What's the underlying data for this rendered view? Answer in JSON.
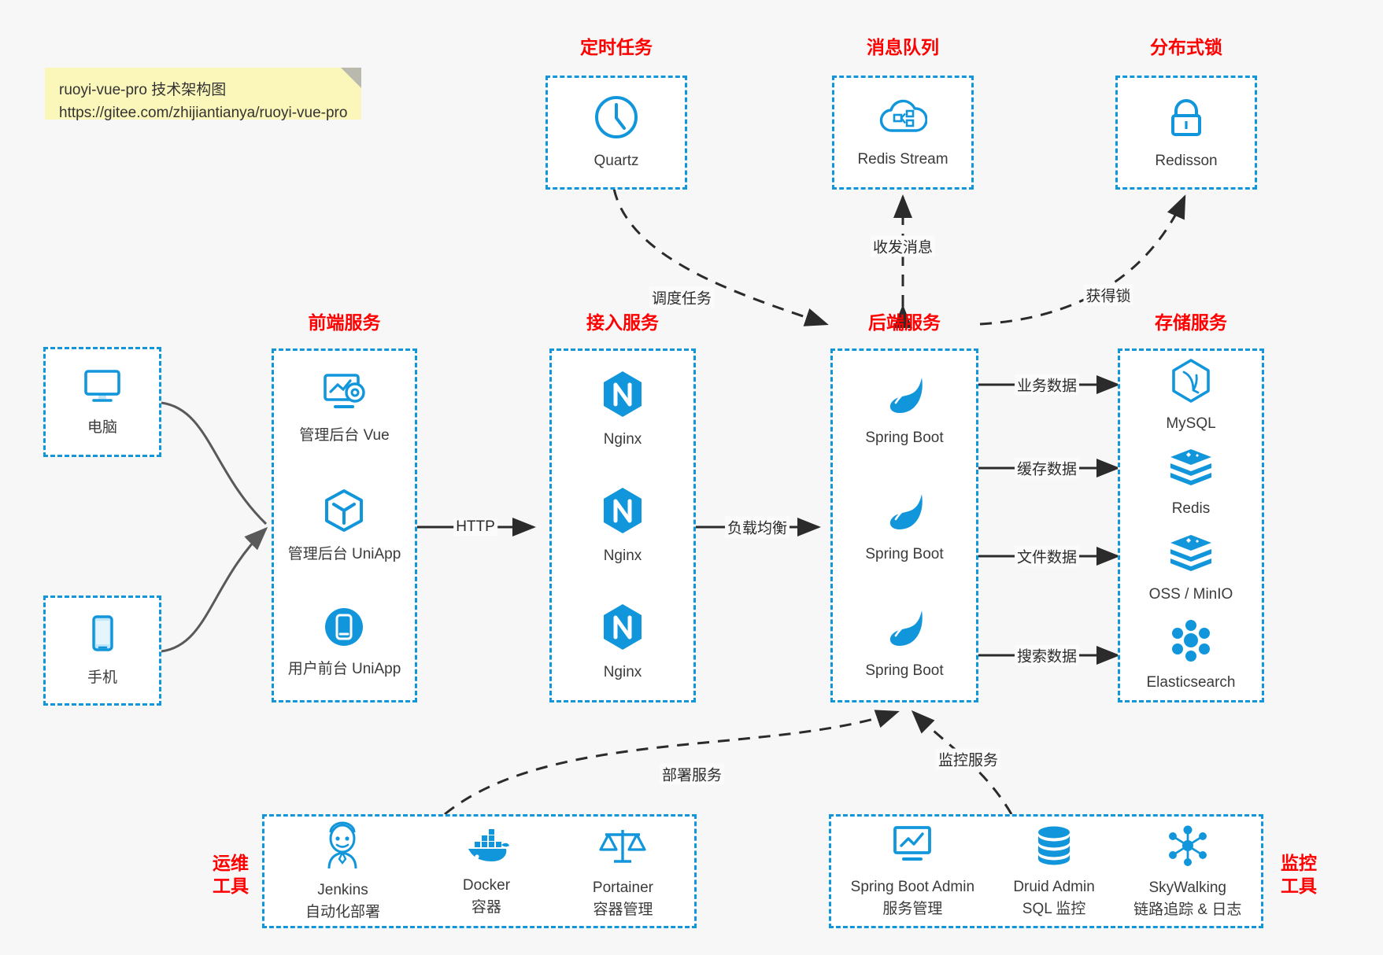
{
  "note": {
    "line1": "ruoyi-vue-pro 技术架构图",
    "line2": "https://gitee.com/zhijiantianya/ruoyi-vue-pro"
  },
  "groups": {
    "scheduled_task": {
      "title": "定时任务",
      "nodes": [
        {
          "label": "Quartz",
          "icon": "clock-icon"
        }
      ]
    },
    "message_queue": {
      "title": "消息队列",
      "nodes": [
        {
          "label": "Redis Stream",
          "icon": "cloud-stream-icon"
        }
      ]
    },
    "distributed_lock": {
      "title": "分布式锁",
      "nodes": [
        {
          "label": "Redisson",
          "icon": "lock-icon"
        }
      ]
    },
    "clients": [
      {
        "label": "电脑",
        "icon": "desktop-icon"
      },
      {
        "label": "手机",
        "icon": "mobile-icon"
      }
    ],
    "frontend": {
      "title": "前端服务",
      "nodes": [
        {
          "label": "管理后台 Vue",
          "icon": "dashboard-icon"
        },
        {
          "label": "管理后台 UniApp",
          "icon": "cube-icon"
        },
        {
          "label": "用户前台 UniApp",
          "icon": "phone-app-icon"
        }
      ]
    },
    "gateway": {
      "title": "接入服务",
      "nodes": [
        {
          "label": "Nginx",
          "icon": "nginx-icon"
        },
        {
          "label": "Nginx",
          "icon": "nginx-icon"
        },
        {
          "label": "Nginx",
          "icon": "nginx-icon"
        }
      ]
    },
    "backend": {
      "title": "后端服务",
      "nodes": [
        {
          "label": "Spring Boot",
          "icon": "spring-icon"
        },
        {
          "label": "Spring Boot",
          "icon": "spring-icon"
        },
        {
          "label": "Spring Boot",
          "icon": "spring-icon"
        }
      ]
    },
    "storage": {
      "title": "存储服务",
      "nodes": [
        {
          "label": "MySQL",
          "icon": "mysql-icon"
        },
        {
          "label": "Redis",
          "icon": "redis-icon"
        },
        {
          "label": "OSS / MinIO",
          "icon": "oss-icon"
        },
        {
          "label": "Elasticsearch",
          "icon": "elasticsearch-icon"
        }
      ]
    },
    "devops": {
      "title_line1": "运维",
      "title_line2": "工具",
      "nodes": [
        {
          "label": "Jenkins",
          "sub": "自动化部署",
          "icon": "jenkins-icon"
        },
        {
          "label": "Docker",
          "sub": "容器",
          "icon": "docker-icon"
        },
        {
          "label": "Portainer",
          "sub": "容器管理",
          "icon": "scales-icon"
        }
      ]
    },
    "monitoring": {
      "title_line1": "监控",
      "title_line2": "工具",
      "nodes": [
        {
          "label": "Spring Boot Admin",
          "sub": "服务管理",
          "icon": "monitor-chart-icon"
        },
        {
          "label": "Druid Admin",
          "sub": "SQL 监控",
          "icon": "database-icon"
        },
        {
          "label": "SkyWalking",
          "sub": "链路追踪 & 日志",
          "icon": "network-nodes-icon"
        }
      ]
    }
  },
  "edges": [
    {
      "id": "http",
      "label": "HTTP"
    },
    {
      "id": "load-balance",
      "label": "负载均衡"
    },
    {
      "id": "schedule-task",
      "label": "调度任务"
    },
    {
      "id": "send-receive",
      "label": "收发消息"
    },
    {
      "id": "acquire-lock",
      "label": "获得锁"
    },
    {
      "id": "business-data",
      "label": "业务数据"
    },
    {
      "id": "cache-data",
      "label": "缓存数据"
    },
    {
      "id": "file-data",
      "label": "文件数据"
    },
    {
      "id": "search-data",
      "label": "搜索数据"
    },
    {
      "id": "deploy-service",
      "label": "部署服务"
    },
    {
      "id": "monitor-service",
      "label": "监控服务"
    }
  ],
  "colors": {
    "accent": "#1296db",
    "title": "#ff0000",
    "wire": "#2b2b2b",
    "client_wire": "#595959",
    "background": "#f7f7f7",
    "note_bg": "#fbf6ba"
  }
}
